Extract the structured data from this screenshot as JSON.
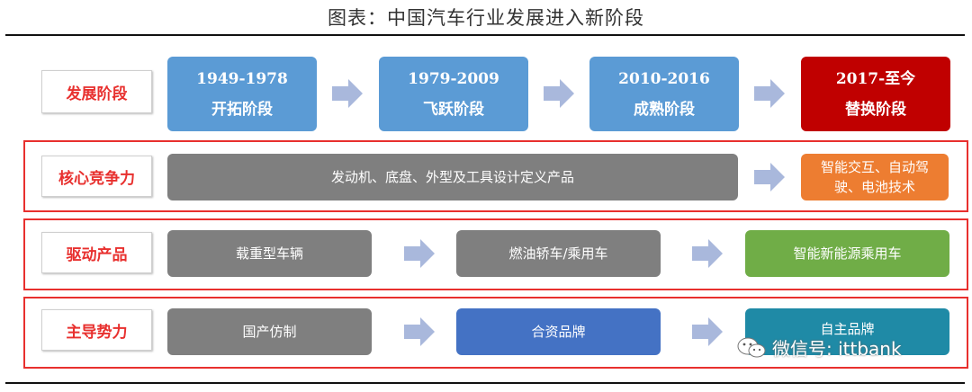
{
  "title": "图表：中国汽车行业发展进入新阶段",
  "rows": {
    "stage": {
      "label": "发展阶段",
      "boxes": [
        {
          "years": "1949-1978",
          "name": "开拓阶段",
          "color": "#5b9bd5"
        },
        {
          "years": "1979-2009",
          "name": "飞跃阶段",
          "color": "#5b9bd5"
        },
        {
          "years": "2010-2016",
          "name": "成熟阶段",
          "color": "#5b9bd5"
        },
        {
          "years": "2017-至今",
          "name": "替换阶段",
          "color": "#c00000"
        }
      ]
    },
    "core": {
      "label": "核心竞争力",
      "boxes": [
        {
          "text": "发动机、底盘、外型及工具设计定义产品",
          "color": "#7f7f7f"
        },
        {
          "text_line1": "智能交互、自动驾",
          "text_line2": "驶、电池技术",
          "color": "#ed7d31"
        }
      ]
    },
    "product": {
      "label": "驱动产品",
      "boxes": [
        {
          "text": "载重型车辆",
          "color": "#7f7f7f"
        },
        {
          "text": "燃油轿车/乘用车",
          "color": "#7f7f7f"
        },
        {
          "text": "智能新能源乘用车",
          "color": "#70ad47"
        }
      ]
    },
    "force": {
      "label": "主导势力",
      "boxes": [
        {
          "text": "国产仿制",
          "color": "#7f7f7f"
        },
        {
          "text": "合资品牌",
          "color": "#4472c4"
        },
        {
          "text": "自主品牌",
          "color": "#1f8aa6"
        }
      ]
    }
  },
  "watermark": "微信号: ittbank",
  "arrow_color": "#a9b8dc"
}
